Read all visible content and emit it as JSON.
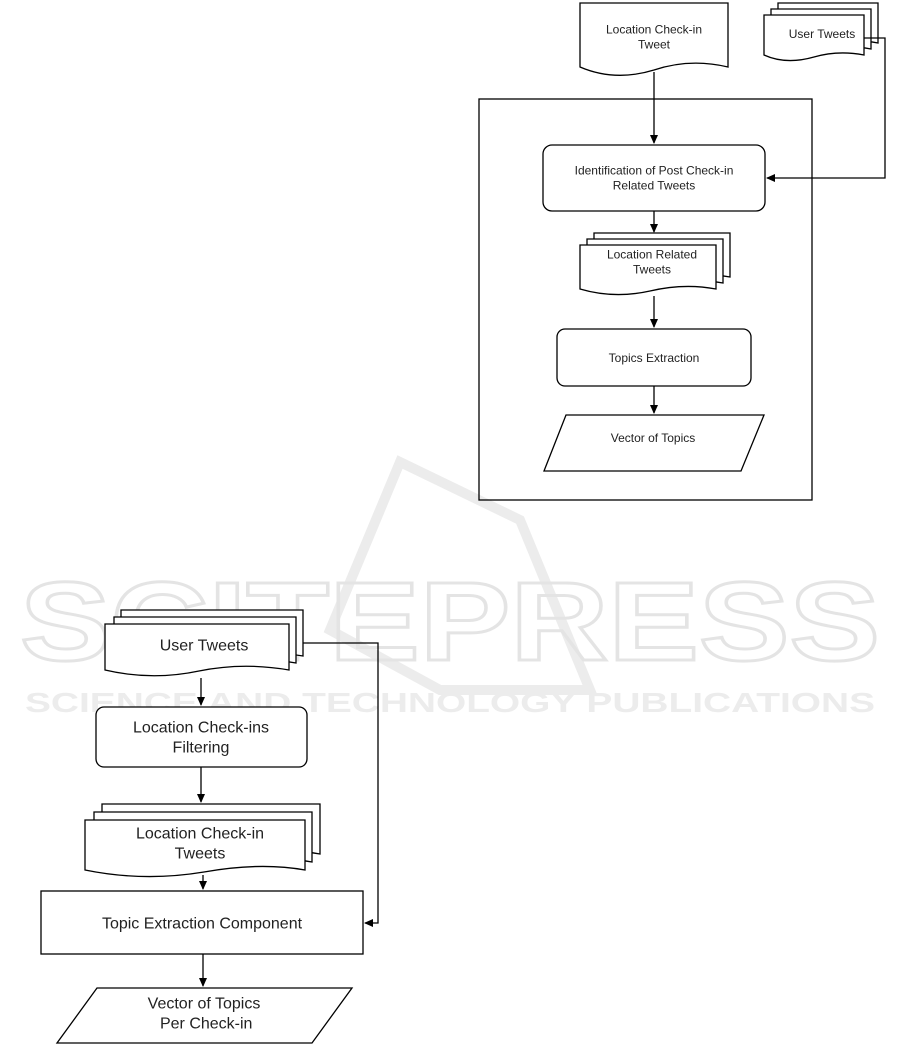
{
  "watermark": {
    "main": "SCITEPRESS",
    "sub": "SCIENCE AND TECHNOLOGY PUBLICATIONS"
  },
  "top_diagram": {
    "location_checkin_tweet": "Location Check-in\nTweet",
    "user_tweets": "User Tweets",
    "identification": "Identification of Post Check-in\nRelated Tweets",
    "location_related_tweets": "Location Related\nTweets",
    "topics_extraction": "Topics Extraction",
    "vector_of_topics": "Vector of Topics"
  },
  "bottom_diagram": {
    "user_tweets": "User Tweets",
    "filtering": "Location Check-ins\nFiltering",
    "checkin_tweets": "Location Check-in\nTweets",
    "topic_component": "Topic Extraction Component",
    "vector_per_checkin": "Vector of Topics\n Per Check-in"
  },
  "colors": {
    "stroke": "#000000",
    "text": "#222222",
    "watermark": "#e4e4e4"
  }
}
